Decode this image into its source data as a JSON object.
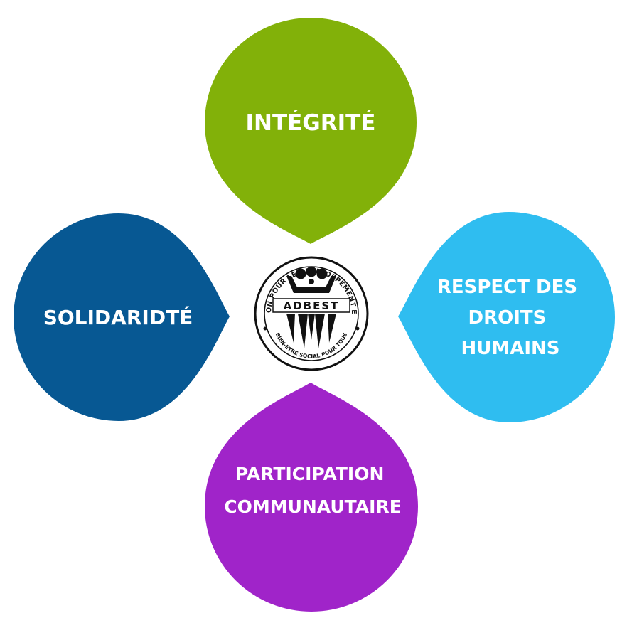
{
  "colors": {
    "integrite": "#82b109",
    "solidarite": "#075893",
    "respect": "#2fbdf0",
    "participation": "#a024c9",
    "text": "#ffffff",
    "logo": "#111111"
  },
  "petals": {
    "top": {
      "label": "INTÉGRITÉ"
    },
    "left": {
      "label": "SOLIDARIDTÉ"
    },
    "right": {
      "lines": [
        "RESPECT DES",
        "DROITS",
        "HUMAINS"
      ]
    },
    "bottom": {
      "lines": [
        "PARTICIPATION",
        "COMMUNAUTAIRE"
      ]
    }
  },
  "logo": {
    "name": "ADBEST",
    "top_arc": "ACTION POUR LE DEVELOPPEMENT ET LE",
    "bottom_arc": "BIEN-ETRE SOCIAL POUR TOUS"
  }
}
